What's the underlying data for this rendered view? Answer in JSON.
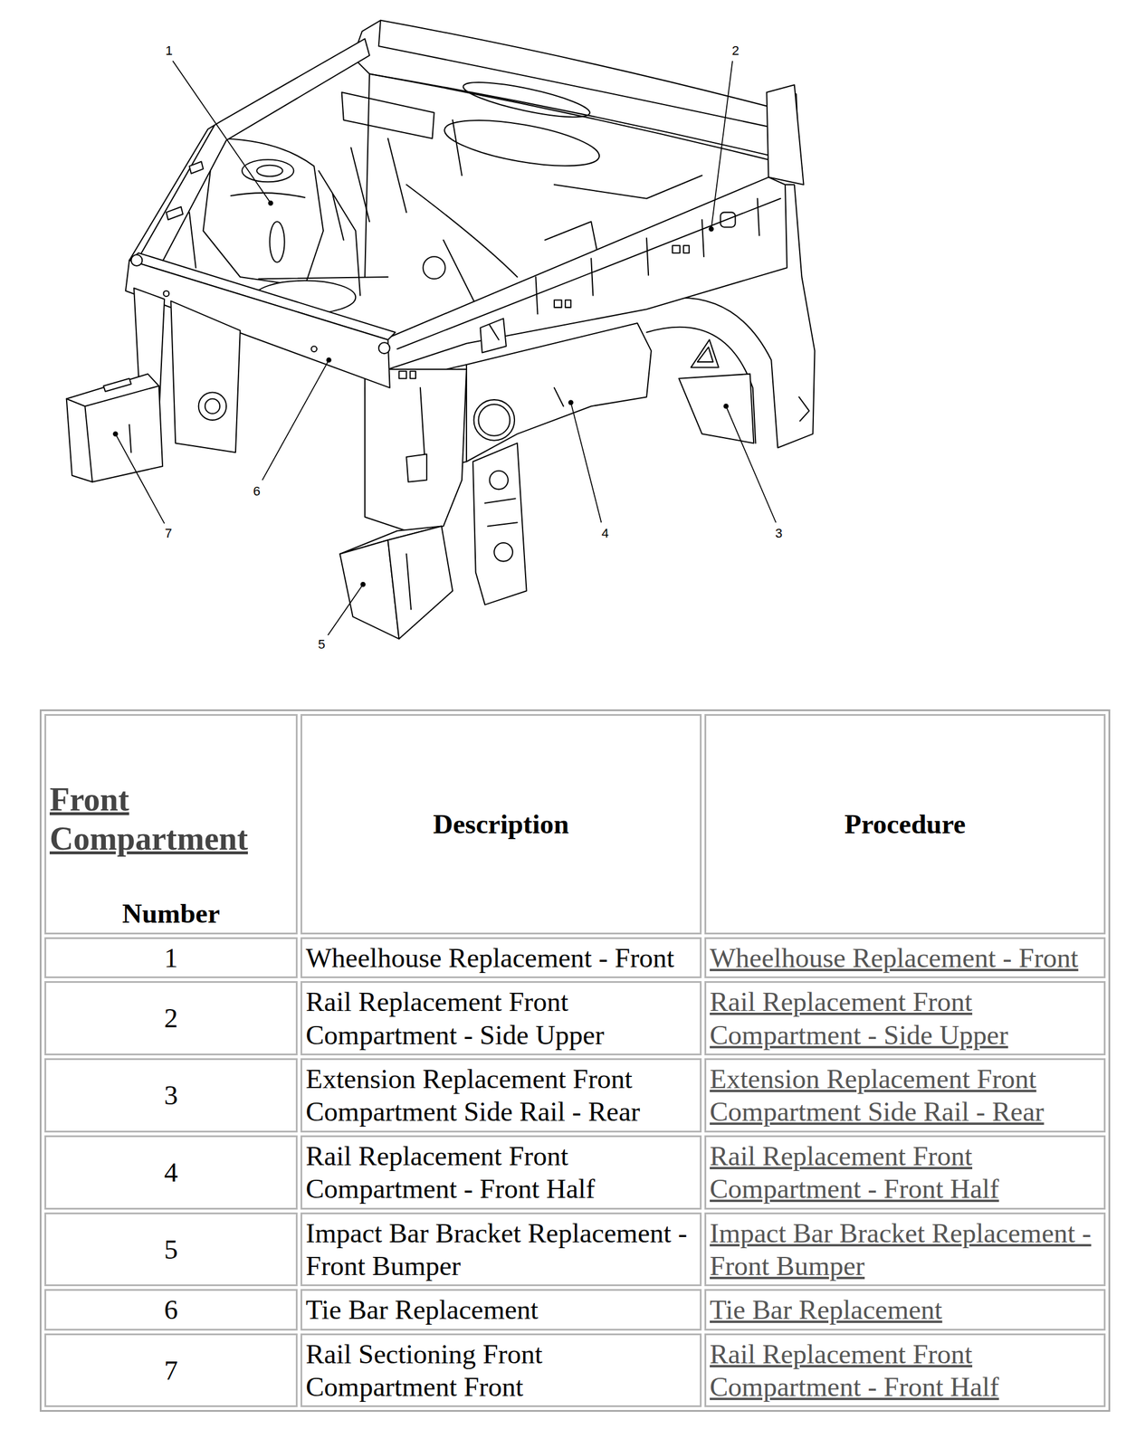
{
  "diagram": {
    "labels": [
      "1",
      "2",
      "6",
      "7",
      "4",
      "3",
      "5",
      "Front Compartment",
      "Number",
      "Description",
      "Procedure",
      "1",
      "Wheelhouse Replacement - Front",
      "Wheelhouse Replacement - Front",
      "2",
      "Rail Replacement Front Compartment - Side Upper",
      "Rail Replacement Front Compartment - Side Upper",
      "3",
      "Extension Replacement Front Compartment Side Rail - Rear",
      "Extension Replacement Front Compartment Side Rail - Rear",
      "4",
      "Rail Replacement Front Compartment - Front Half",
      "Rail Replacement Front Compartment - Front Half",
      "5",
      "Impact Bar Bracket Replacement - Front Bumper",
      "Impact Bar Bracket Replacement - Front Bumper",
      "6",
      "Tie Bar Replacement",
      "Tie Bar Replacement",
      "7",
      "Rail Sectioning Front Compartment Front",
      "Rail Replacement Front Compartment - Front Half"
    ]
  }
}
